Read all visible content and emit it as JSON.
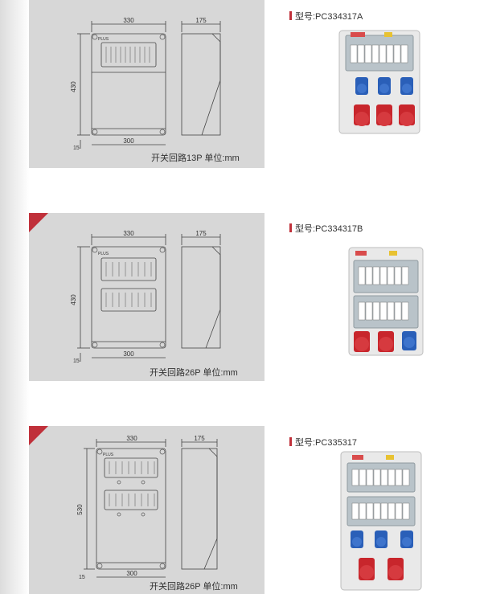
{
  "items": [
    {
      "model_label": "型号:PC334317A",
      "caption": "开关回路13P 单位:mm",
      "dims": {
        "width": "330",
        "depth": "175",
        "height": "430",
        "bottom": "300",
        "offset": "15"
      }
    },
    {
      "model_label": "型号:PC334317B",
      "caption": "开关回路26P 单位:mm",
      "dims": {
        "width": "330",
        "depth": "175",
        "height": "430",
        "bottom": "300",
        "offset": "15"
      }
    },
    {
      "model_label": "型号:PC335317",
      "caption": "开关回路26P 单位:mm",
      "dims": {
        "width": "330",
        "depth": "175",
        "height": "530",
        "bottom": "300",
        "offset": "15"
      }
    }
  ],
  "brand_mark": "PLUS",
  "colors": {
    "accent": "#c0303a",
    "socket_blue": "#2a5fb8",
    "socket_red": "#c8262c",
    "panel_bg": "#d7d7d7"
  }
}
